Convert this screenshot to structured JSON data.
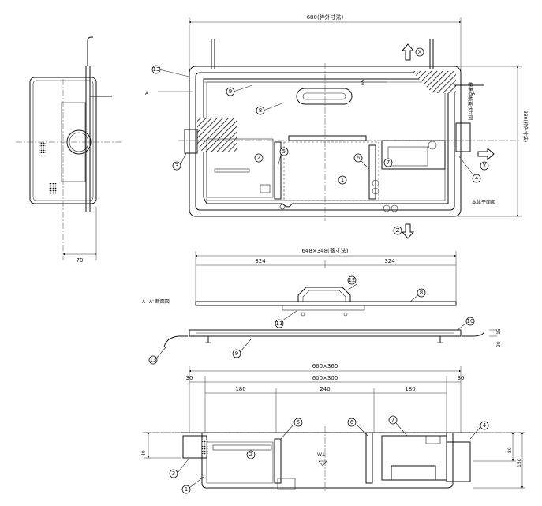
{
  "plan_view": {
    "title": "本体平面図",
    "overall_dim": "680(枠外寸法)",
    "side_dim": "380(枠外寸法)",
    "dim_65": "65",
    "note_reference": "標準点検蓋伏せ図",
    "section_mark_a": "A",
    "section_mark_a_prime": "A'",
    "arrow_x": "X",
    "arrow_y": "Y",
    "arrow_z": "Z"
  },
  "side_view": {
    "dim_70": "70"
  },
  "section_view": {
    "title": "A−A' 断面図",
    "lid_dim": "648×348(蓋寸法)",
    "half_left": "324",
    "half_right": "324",
    "dim_15": "15",
    "dim_20": "20"
  },
  "elevation_view": {
    "outer_dim": "660×360",
    "inner_dim": "600×300",
    "edge_left": "30",
    "edge_right": "30",
    "seg_1": "180",
    "seg_2": "240",
    "seg_3": "180",
    "height_40": "40",
    "height_80": "80",
    "height_150": "150",
    "water_mark": "W.L"
  },
  "callouts": [
    "1",
    "2",
    "3",
    "4",
    "5",
    "6",
    "7",
    "8",
    "9",
    "10",
    "11",
    "12",
    "13"
  ]
}
